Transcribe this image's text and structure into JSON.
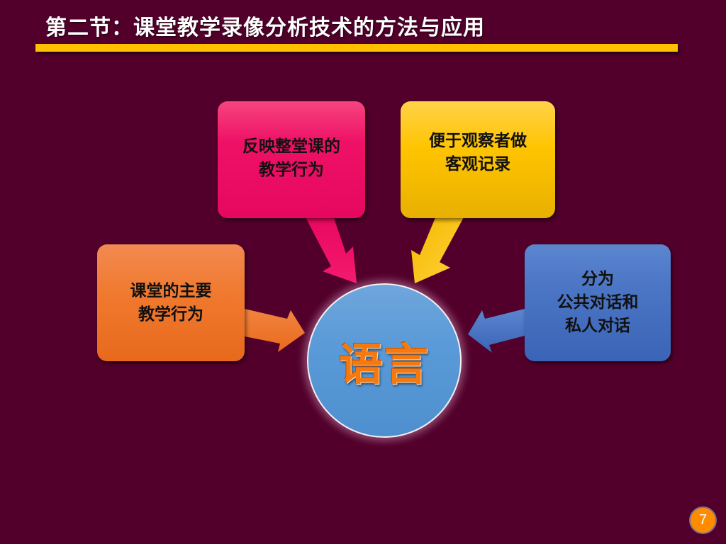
{
  "slide": {
    "title": "第二节：课堂教学录像分析技术的方法与应用",
    "page_number": "7",
    "center": {
      "label": "语言"
    },
    "boxes": {
      "top_left": "反映整堂课的\n教学行为",
      "top_right": "便于观察者做\n客观记录",
      "left": "课堂的主要\n教学行为",
      "right": "分为\n公共对话和\n私人对话"
    },
    "colors": {
      "background": "#52002b",
      "title_bar": "#ffc000",
      "pink": "#ee1166",
      "yellow": "#ffc400",
      "orange": "#f07a30",
      "blue": "#4a74c4",
      "circle": "#5a9ad8",
      "center_text": "#f47a10",
      "page_badge": "#ff8c00"
    }
  }
}
